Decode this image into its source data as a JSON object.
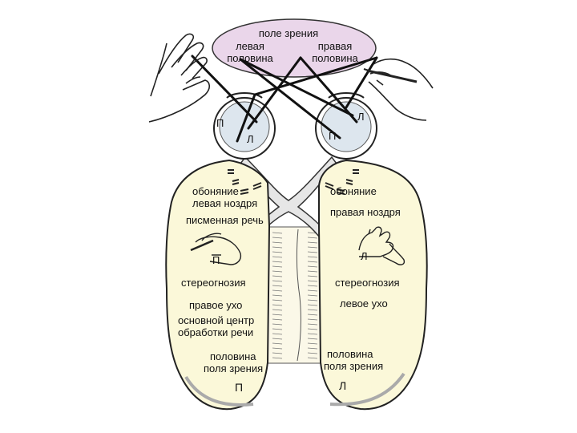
{
  "visual_field": {
    "title": "поле зрения",
    "left_line1": "левая",
    "left_line2": "половина",
    "right_line1": "правая",
    "right_line2": "половина"
  },
  "eyes": {
    "left": {
      "top": "П",
      "bottom": "Л"
    },
    "right": {
      "top": "Л",
      "bottom": "П"
    }
  },
  "left_hemisphere": {
    "smell_line1": "обоняние",
    "smell_line2": "левая ноздря",
    "writing": "писменная речь",
    "hand_letter": "П",
    "stereognosis": "стереогнозия",
    "ear": "правое ухо",
    "speech_line1": "основной центр",
    "speech_line2": "обработки речи",
    "field_line1": "половина",
    "field_line2": "поля зрения",
    "field_letter": "П"
  },
  "right_hemisphere": {
    "smell_line1": "обоняние",
    "smell_line2": "правая ноздря",
    "hand_letter": "Л",
    "stereognosis": "стереогнозия",
    "ear": "левое ухо",
    "field_line1": "половина",
    "field_line2": "поля зрения",
    "field_letter": "Л"
  },
  "colors": {
    "visual_field_fill": "#ead6ea",
    "brain_fill": "#fbf8d9",
    "eye_fill": "#dde6ee",
    "outline": "#222222"
  }
}
